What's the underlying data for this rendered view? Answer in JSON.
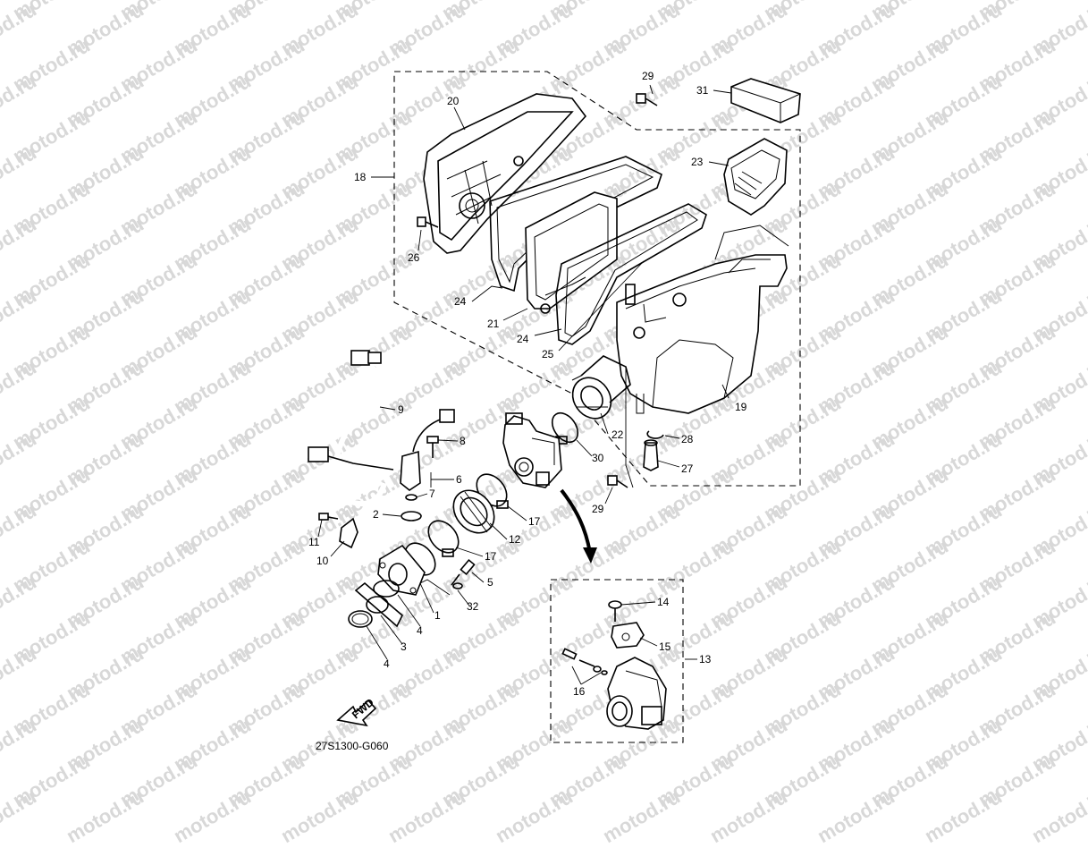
{
  "watermark": "motod.ru",
  "diagram_code": "27S1300-G060",
  "fwd_label": "FWD",
  "callouts": [
    {
      "id": "c1",
      "label": "1"
    },
    {
      "id": "c2",
      "label": "2"
    },
    {
      "id": "c3",
      "label": "3"
    },
    {
      "id": "c4a",
      "label": "4"
    },
    {
      "id": "c4b",
      "label": "4"
    },
    {
      "id": "c5",
      "label": "5"
    },
    {
      "id": "c6",
      "label": "6"
    },
    {
      "id": "c7",
      "label": "7"
    },
    {
      "id": "c8",
      "label": "8"
    },
    {
      "id": "c9",
      "label": "9"
    },
    {
      "id": "c10",
      "label": "10"
    },
    {
      "id": "c11",
      "label": "11"
    },
    {
      "id": "c12",
      "label": "12"
    },
    {
      "id": "c13",
      "label": "13"
    },
    {
      "id": "c14",
      "label": "14"
    },
    {
      "id": "c15",
      "label": "15"
    },
    {
      "id": "c16",
      "label": "16"
    },
    {
      "id": "c17a",
      "label": "17"
    },
    {
      "id": "c17b",
      "label": "17"
    },
    {
      "id": "c18",
      "label": "18"
    },
    {
      "id": "c19",
      "label": "19"
    },
    {
      "id": "c20",
      "label": "20"
    },
    {
      "id": "c21",
      "label": "21"
    },
    {
      "id": "c22",
      "label": "22"
    },
    {
      "id": "c23",
      "label": "23"
    },
    {
      "id": "c24a",
      "label": "24"
    },
    {
      "id": "c24b",
      "label": "24"
    },
    {
      "id": "c25",
      "label": "25"
    },
    {
      "id": "c26",
      "label": "26"
    },
    {
      "id": "c27",
      "label": "27"
    },
    {
      "id": "c28",
      "label": "28"
    },
    {
      "id": "c29a",
      "label": "29"
    },
    {
      "id": "c29b",
      "label": "29"
    },
    {
      "id": "c30",
      "label": "30"
    },
    {
      "id": "c31",
      "label": "31"
    },
    {
      "id": "c32",
      "label": "32"
    }
  ]
}
